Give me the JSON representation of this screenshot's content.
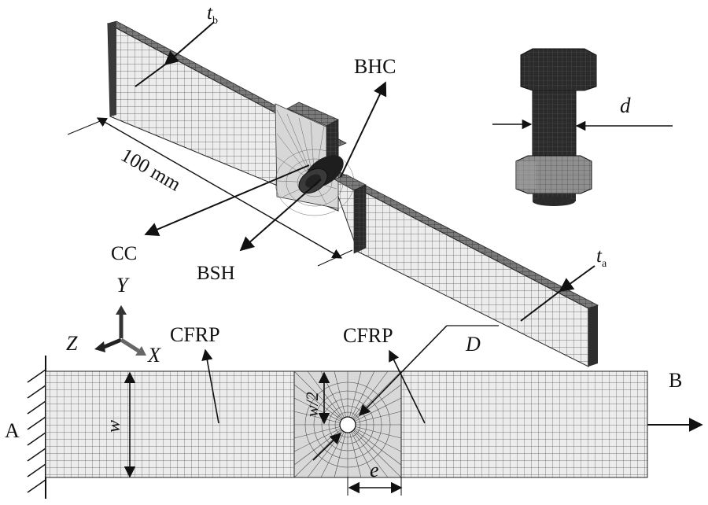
{
  "labels": {
    "tb_main": "t",
    "tb_sub": "b",
    "ta_main": "t",
    "ta_sub": "a",
    "bhc": "BHC",
    "d": "d",
    "dim_100": "100 mm",
    "cc": "CC",
    "bsh": "BSH",
    "y_axis": "Y",
    "z_axis": "Z",
    "x_axis": "X",
    "cfrp_left": "CFRP",
    "cfrp_right": "CFRP",
    "D": "D",
    "w2": "w/2",
    "w": "w",
    "e": "e",
    "A": "A",
    "B": "B"
  },
  "colors": {
    "mesh_light": "#e6e6e6",
    "mesh_line": "#555555",
    "bolt_dark": "#2b2b2b",
    "nut_gray": "#8a8a8a",
    "ink": "#111111"
  }
}
